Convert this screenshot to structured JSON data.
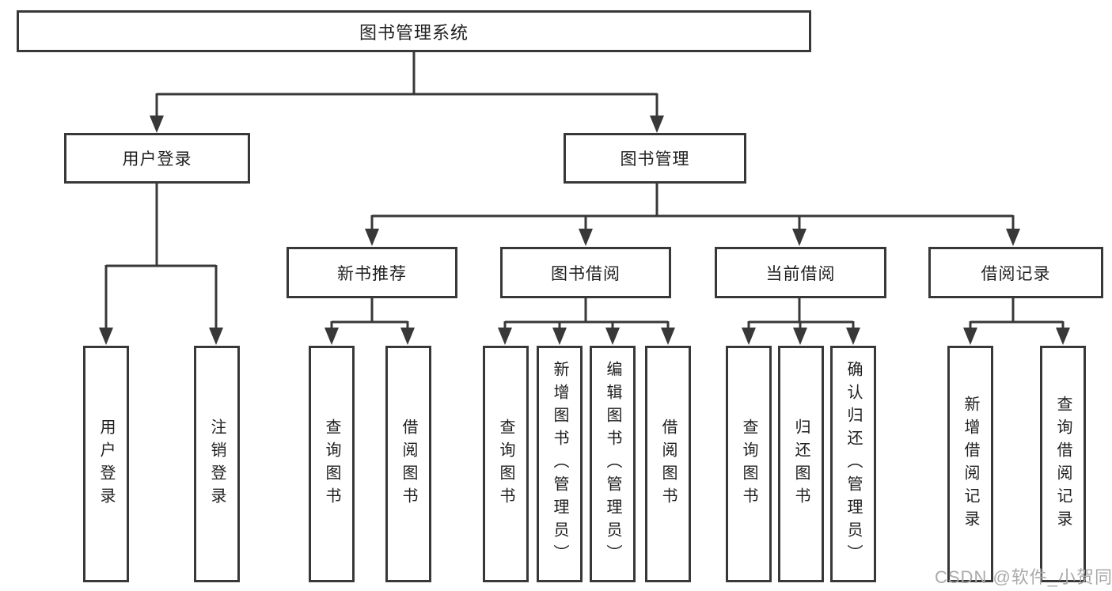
{
  "diagram": {
    "title": "图书管理系统",
    "level2": [
      {
        "label": "用户登录"
      },
      {
        "label": "图书管理"
      }
    ],
    "level3": [
      {
        "label": "新书推荐"
      },
      {
        "label": "图书借阅"
      },
      {
        "label": "当前借阅"
      },
      {
        "label": "借阅记录"
      }
    ],
    "leaves": {
      "user_login": [
        "用户登录",
        "注销登录"
      ],
      "new_book_recommend": [
        "查询图书",
        "借阅图书"
      ],
      "book_borrow": [
        "查询图书",
        "新增图书（管理员）",
        "编辑图书（管理员）",
        "借阅图书"
      ],
      "current_borrow": [
        "查询图书",
        "归还图书",
        "确认归还（管理员）"
      ],
      "borrow_record": [
        "新增借阅记录",
        "查询借阅记录"
      ]
    }
  },
  "style": {
    "line_color": "#383838",
    "box_background": "#ffffff",
    "text_color": "#1f1f1f",
    "watermark_color": "#aaaaaa"
  },
  "watermark": {
    "text": "CSDN @软件_小贺同学"
  }
}
